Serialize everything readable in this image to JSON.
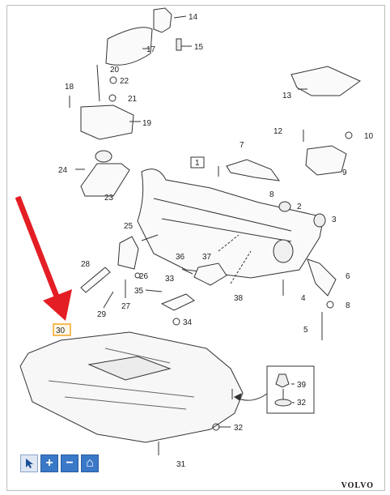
{
  "callouts": {
    "c1": "1",
    "c2": "2",
    "c3": "3",
    "c4": "4",
    "c5": "5",
    "c6": "6",
    "c7": "7",
    "c8a": "8",
    "c8b": "8",
    "c9": "9",
    "c10": "10",
    "c12": "12",
    "c13": "13",
    "c14": "14",
    "c15": "15",
    "c17": "17",
    "c18": "18",
    "c19": "19",
    "c20": "20",
    "c21": "21",
    "c22": "22",
    "c23": "23",
    "c24": "24",
    "c25": "25",
    "c26": "26",
    "c27": "27",
    "c28": "28",
    "c29": "29",
    "c30": "30",
    "c31": "31",
    "c32a": "32",
    "c32b": "32",
    "c33": "33",
    "c34": "34",
    "c35": "35",
    "c36": "36",
    "c37": "37",
    "c38": "38",
    "c39": "39"
  },
  "toolbar": {
    "select_icon": "cursor-icon",
    "zoom_in_glyph": "+",
    "zoom_out_glyph": "−",
    "home_glyph": "⌂"
  },
  "brand": "VOLVO",
  "colors": {
    "arrow": "#e31e24",
    "highlight": "#f5a623",
    "toolbar": "#3a78c8"
  }
}
